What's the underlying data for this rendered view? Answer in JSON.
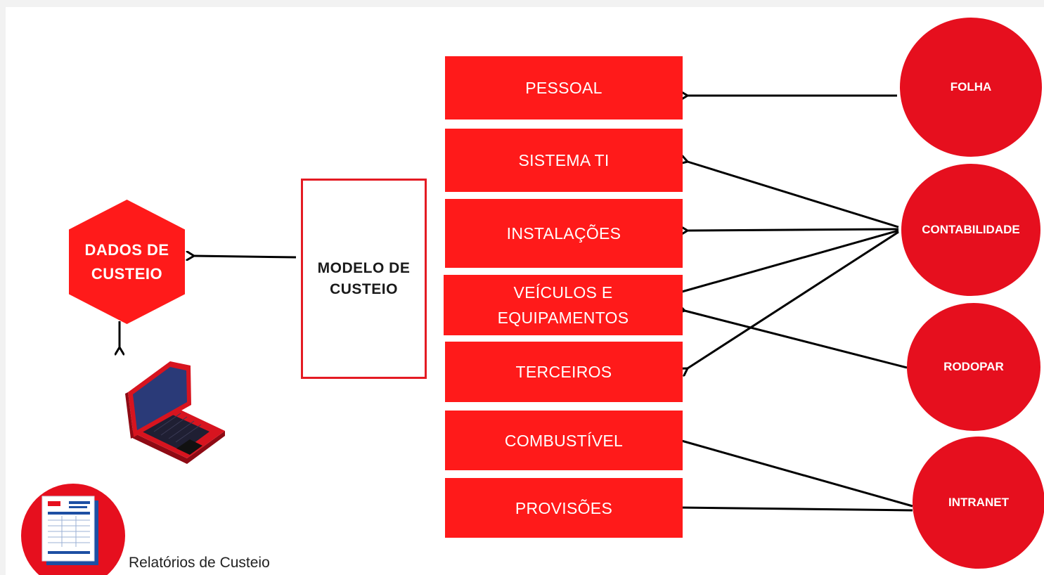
{
  "diagram": {
    "hexagon_label": "DADOS DE CUSTEIO",
    "model_label": "MODELO DE CUSTEIO",
    "report_label": "Relatórios de Custeio",
    "categories": [
      {
        "label": "PESSOAL"
      },
      {
        "label": "SISTEMA TI"
      },
      {
        "label": "INSTALAÇÕES"
      },
      {
        "label": "VEÍCULOS E EQUIPAMENTOS"
      },
      {
        "label": "TERCEIROS"
      },
      {
        "label": "COMBUSTÍVEL"
      },
      {
        "label": "PROVISÕES"
      }
    ],
    "sources": [
      {
        "label": "FOLHA"
      },
      {
        "label": "CONTABILIDADE"
      },
      {
        "label": "RODOPAR"
      },
      {
        "label": "INTRANET"
      }
    ],
    "connections": [
      {
        "from": "FOLHA",
        "to": "PESSOAL"
      },
      {
        "from": "CONTABILIDADE",
        "to": "SISTEMA TI"
      },
      {
        "from": "CONTABILIDADE",
        "to": "INSTALAÇÕES"
      },
      {
        "from": "CONTABILIDADE",
        "to": "VEÍCULOS E EQUIPAMENTOS"
      },
      {
        "from": "CONTABILIDADE",
        "to": "TERCEIROS"
      },
      {
        "from": "RODOPAR",
        "to": "VEÍCULOS E EQUIPAMENTOS"
      },
      {
        "from": "INTRANET",
        "to": "COMBUSTÍVEL"
      },
      {
        "from": "INTRANET",
        "to": "PROVISÕES"
      },
      {
        "from": "MODELO DE CUSTEIO",
        "to": "DADOS DE CUSTEIO"
      },
      {
        "from": "DADOS DE CUSTEIO",
        "to": "laptop"
      }
    ],
    "colors": {
      "box_red": "#ff1a1a",
      "circle_red": "#e60f1e",
      "border_red": "#e41b23",
      "arrow": "#000000"
    },
    "icons": [
      "laptop-icon",
      "report-document-icon"
    ]
  }
}
